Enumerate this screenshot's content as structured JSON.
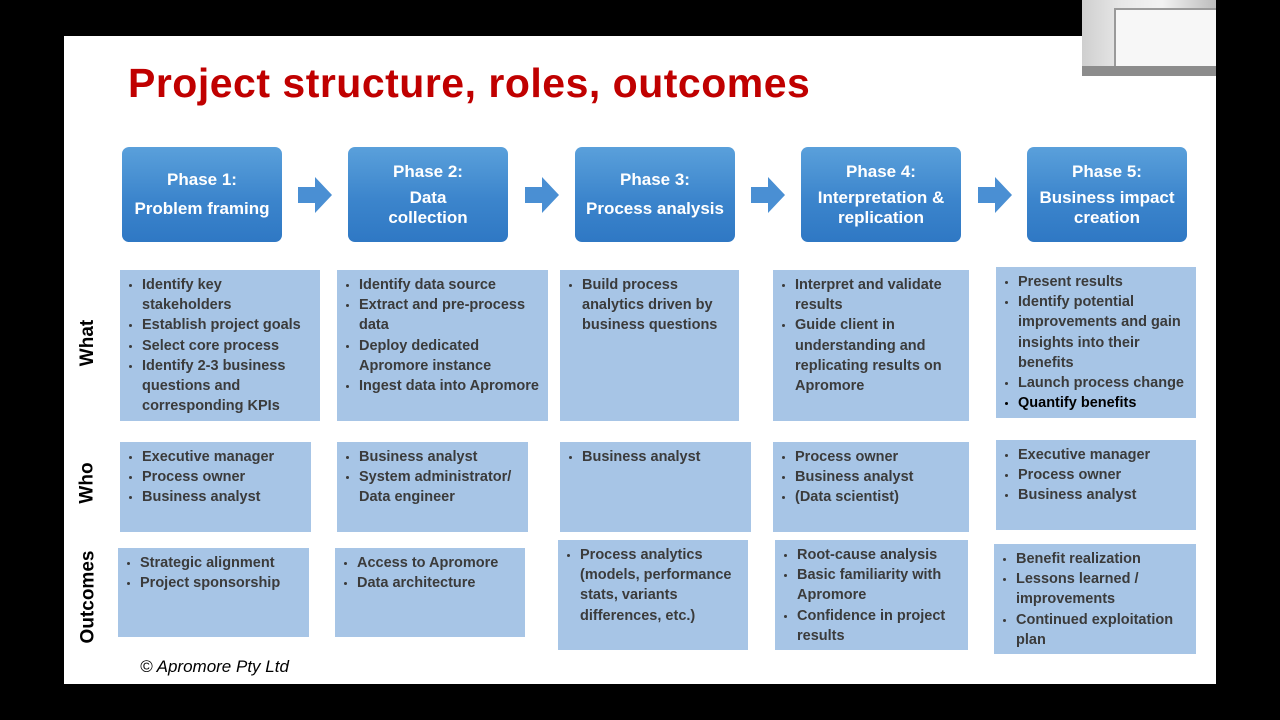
{
  "slide_title": "Project structure, roles, outcomes",
  "phases": [
    {
      "line1": "Phase 1:",
      "line2": "Problem framing"
    },
    {
      "line1": "Phase 2:",
      "line2": "Data collection"
    },
    {
      "line1": "Phase 3:",
      "line2": "Process analysis"
    },
    {
      "line1": "Phase 4:",
      "line2": "Interpretation & replication"
    },
    {
      "line1": "Phase 5:",
      "line2": "Business impact creation"
    }
  ],
  "row_labels": {
    "what": "What",
    "who": "Who",
    "outcomes": "Outcomes"
  },
  "what": [
    [
      "Identify key stakeholders",
      "Establish project goals",
      "Select core process",
      "Identify 2-3 business questions and corresponding KPIs"
    ],
    [
      "Identify data source",
      "Extract and pre-process data",
      "Deploy dedicated Apromore instance",
      "Ingest data into Apromore"
    ],
    [
      "Build process analytics driven by business questions"
    ],
    [
      "Interpret and validate results",
      "Guide client in understanding and replicating results on Apromore"
    ],
    [
      "Present results",
      "Identify potential improvements and gain insights into their benefits",
      "Launch process change",
      "Quantify benefits"
    ]
  ],
  "who": [
    [
      "Executive manager",
      "Process owner",
      "Business analyst"
    ],
    [
      "Business analyst",
      "System administrator/ Data engineer"
    ],
    [
      "Business analyst"
    ],
    [
      "Process owner",
      "Business analyst",
      "(Data scientist)"
    ],
    [
      "Executive manager",
      "Process owner",
      "Business analyst"
    ]
  ],
  "outcomes": [
    [
      "Strategic alignment",
      "Project sponsorship"
    ],
    [
      "Access to Apromore",
      "Data architecture"
    ],
    [
      "Process analytics (models, performance stats, variants differences, etc.)"
    ],
    [
      "Root-cause analysis",
      "Basic familiarity with Apromore",
      "Confidence in project results"
    ],
    [
      "Benefit realization",
      "Lessons learned / improvements",
      "Continued exploitation plan"
    ]
  ],
  "copyright": "© Apromore Pty Ltd",
  "colors": {
    "title": "#c00000",
    "phase": "#3c85cc",
    "box": "#a7c5e6"
  }
}
